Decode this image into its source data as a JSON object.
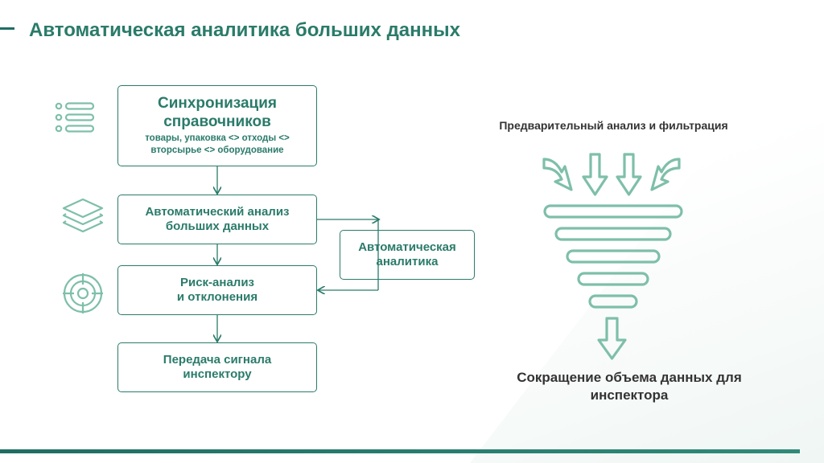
{
  "colors": {
    "accent": "#2a7b6a",
    "icon": "#7ebfaa",
    "text_dark": "#333333",
    "bar": "#1f6e62"
  },
  "title": "Автоматическая аналитика больших данных",
  "flow": {
    "sync": {
      "title_line1": "Синхронизация",
      "title_line2": "справочников",
      "sub_line1": "товары, упаковка <> отходы <>",
      "sub_line2": "вторсырье <> оборудование"
    },
    "analysis": {
      "line1": "Автоматический анализ",
      "line2": "больших данных"
    },
    "risk": {
      "line1": "Риск-анализ",
      "line2": "и отклонения"
    },
    "signal": {
      "line1": "Передача сигнала",
      "line2": "инспектору"
    },
    "auto": {
      "line1": "Автоматическая",
      "line2": "аналитика"
    }
  },
  "icons": [
    "list-icon",
    "layers-icon",
    "target-icon"
  ],
  "funnel": {
    "top_label": "Предварительный анализ и фильтрация",
    "bottom_line1": "Сокращение объема данных для",
    "bottom_line2": "инспектора"
  }
}
